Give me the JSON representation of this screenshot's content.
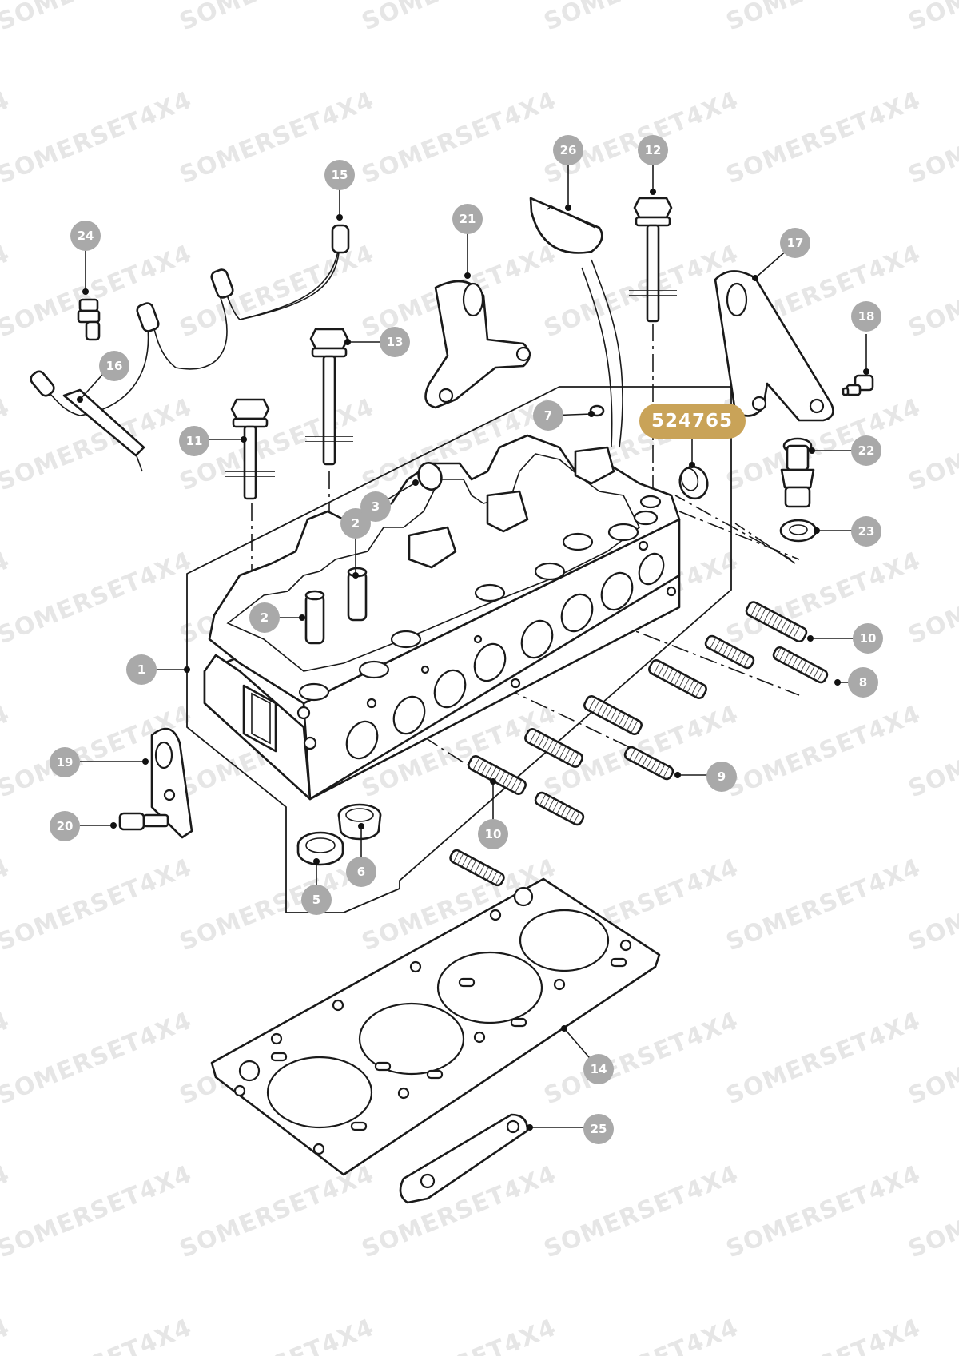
{
  "watermark": "SOMERSET4X4",
  "highlight": {
    "part_number": "524765",
    "color": "#c9a358"
  },
  "colors": {
    "callout": "#a9a9a9",
    "line": "#1a1a1a",
    "watermark": "#e6e6e6"
  },
  "callouts": [
    {
      "id": "c1",
      "label": "1"
    },
    {
      "id": "c2a",
      "label": "2"
    },
    {
      "id": "c2b",
      "label": "2"
    },
    {
      "id": "c3",
      "label": "3"
    },
    {
      "id": "c5",
      "label": "5"
    },
    {
      "id": "c6",
      "label": "6"
    },
    {
      "id": "c7",
      "label": "7"
    },
    {
      "id": "c8",
      "label": "8"
    },
    {
      "id": "c9",
      "label": "9"
    },
    {
      "id": "c10a",
      "label": "10"
    },
    {
      "id": "c10b",
      "label": "10"
    },
    {
      "id": "c11",
      "label": "11"
    },
    {
      "id": "c12",
      "label": "12"
    },
    {
      "id": "c13",
      "label": "13"
    },
    {
      "id": "c14",
      "label": "14"
    },
    {
      "id": "c15",
      "label": "15"
    },
    {
      "id": "c16",
      "label": "16"
    },
    {
      "id": "c17",
      "label": "17"
    },
    {
      "id": "c18",
      "label": "18"
    },
    {
      "id": "c19",
      "label": "19"
    },
    {
      "id": "c20",
      "label": "20"
    },
    {
      "id": "c21",
      "label": "21"
    },
    {
      "id": "c22",
      "label": "22"
    },
    {
      "id": "c23",
      "label": "23"
    },
    {
      "id": "c24",
      "label": "24"
    },
    {
      "id": "c25",
      "label": "25"
    },
    {
      "id": "c26",
      "label": "26"
    }
  ]
}
